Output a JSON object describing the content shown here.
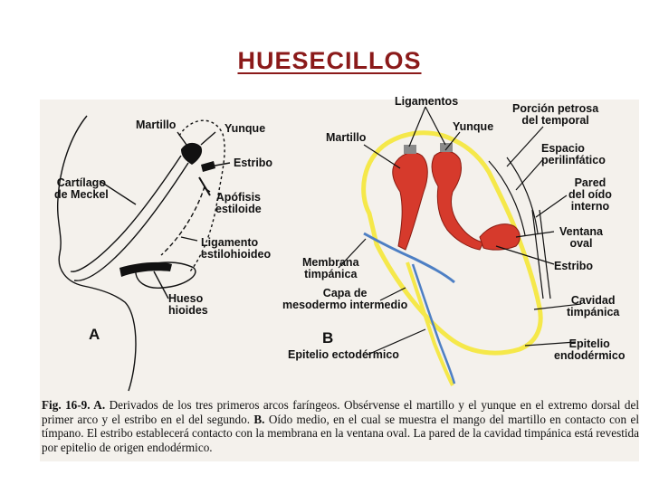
{
  "title": "HUESECILLOS",
  "colors": {
    "title": "#8b1a1a",
    "bone_red": "#d63a2c",
    "epithelium_yellow": "#f5e84a",
    "membrane_blue": "#4d7fc4",
    "line": "#111111"
  },
  "panel_a": {
    "letter": "A",
    "labels": {
      "martillo": "Martillo",
      "yunque": "Yunque",
      "estribo": "Estribo",
      "cartilago": [
        "Cartílago",
        "de Meckel"
      ],
      "apofisis": [
        "Apófisis",
        "estiloide"
      ],
      "ligamento": [
        "Ligamento",
        "estilohioideo"
      ],
      "hueso": [
        "Hueso",
        "hioides"
      ]
    }
  },
  "panel_b": {
    "letter": "B",
    "labels": {
      "ligamentos": "Ligamentos",
      "martillo": "Martillo",
      "yunque": "Yunque",
      "porcion": [
        "Porción petrosa",
        "del temporal"
      ],
      "espacio": [
        "Espacio",
        "perilinfático"
      ],
      "pared": [
        "Pared",
        "del oído",
        "interno"
      ],
      "ventana": [
        "Ventana",
        "oval"
      ],
      "estribo": "Estribo",
      "membrana": [
        "Membrana",
        "timpánica"
      ],
      "capa": [
        "Capa de",
        "mesodermo intermedio"
      ],
      "cavidad": [
        "Cavidad",
        "timpánica"
      ],
      "ectodermico": "Epitelio ectodérmico",
      "endodermico": [
        "Epitelio",
        "endodérmico"
      ]
    }
  },
  "caption": {
    "figure_label": "Fig. 16-9. A.",
    "text_a": "Derivados de los tres primeros arcos faríngeos. Obsérvense el martillo y el yunque en el extremo dorsal del primer arco y el estribo en el del segundo.",
    "label_b": "B.",
    "text_b": "Oído medio, en el cual se muestra el mango del martillo en contacto con el tímpano. El estribo establecerá contacto con la membrana en la ventana oval. La pared de la cavidad timpánica está revestida por epitelio de origen endodérmico."
  }
}
